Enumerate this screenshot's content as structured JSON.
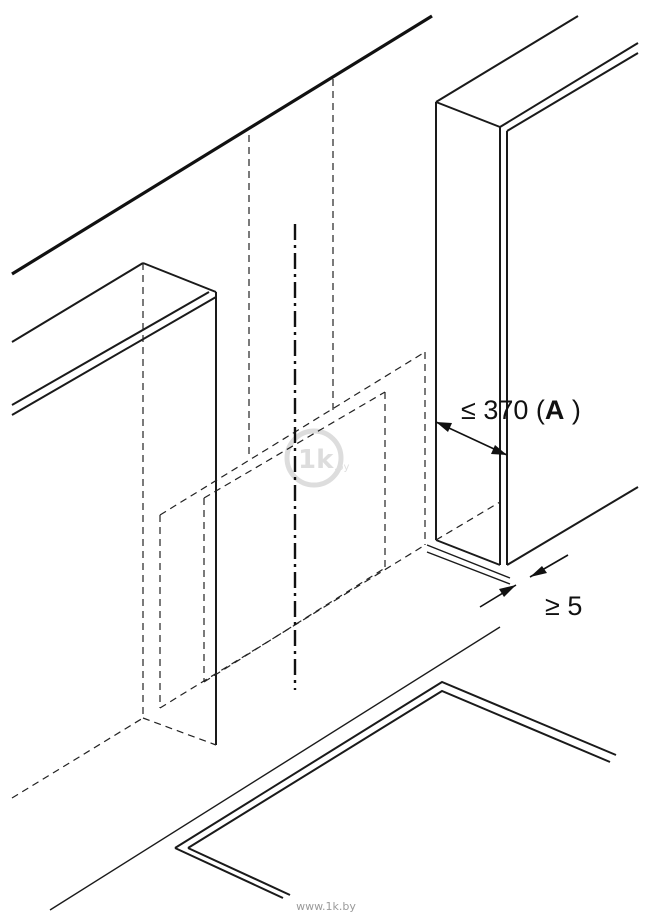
{
  "labels": {
    "max_width_prefix": "≤ 370 (",
    "max_width_bold": "A",
    "max_width_suffix": " )",
    "min_gap": "≥ 5"
  },
  "watermark": {
    "text": "www.1k.by"
  },
  "icons": {
    "watermark_logo": "1k-logo-icon"
  }
}
